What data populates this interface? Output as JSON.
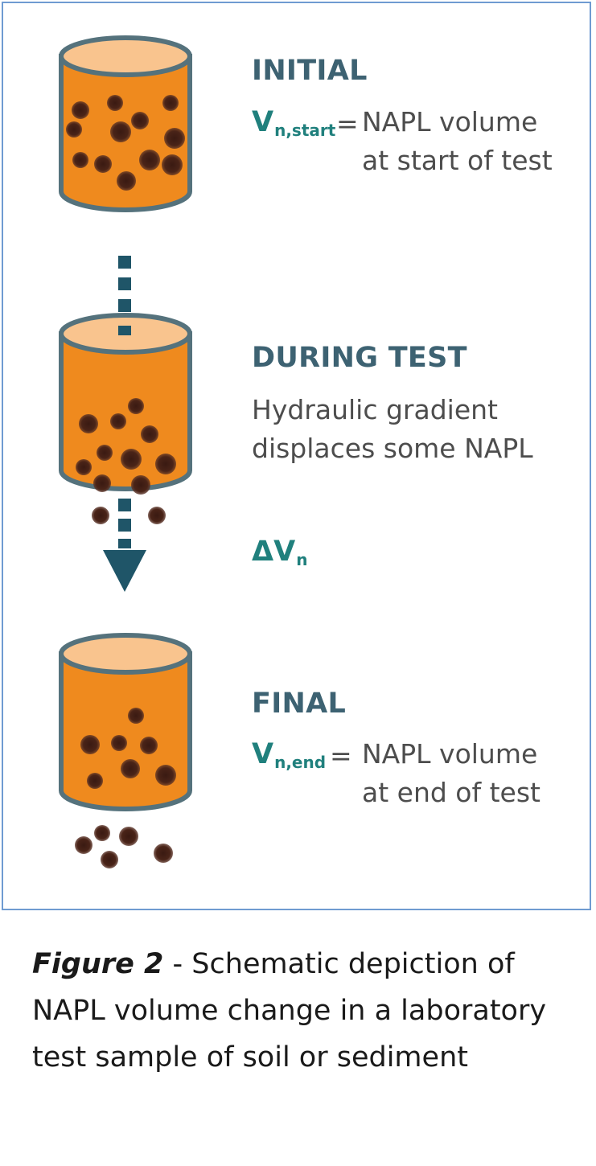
{
  "stages": {
    "initial": {
      "heading": "INITIAL",
      "var_main": "V",
      "var_sub": "n,start",
      "equals": "=",
      "desc_line1": "NAPL volume",
      "desc_line2": "at start of test"
    },
    "during": {
      "heading": "DURING TEST",
      "desc_line1": "Hydraulic gradient",
      "desc_line2": "displaces some NAPL"
    },
    "delta": {
      "var_main": "ΔV",
      "var_sub": "n"
    },
    "final": {
      "heading": "FINAL",
      "var_main": "V",
      "var_sub": "n,end",
      "equals": "=",
      "desc_line1": "NAPL volume",
      "desc_line2": "at end of test"
    }
  },
  "caption": {
    "label": "Figure 2",
    "text": " - Schematic depiction of NAPL volume change in a laboratory test sample of soil or sediment"
  },
  "colors": {
    "cylinder_body": "#ef8a1e",
    "cylinder_top": "#f9c48e",
    "cylinder_rim": "#55727c",
    "napl_blob": "#4a2418",
    "arrow": "#1f5568",
    "heading": "#3d6272",
    "variable": "#20807d",
    "frame": "#6f9bd1"
  }
}
